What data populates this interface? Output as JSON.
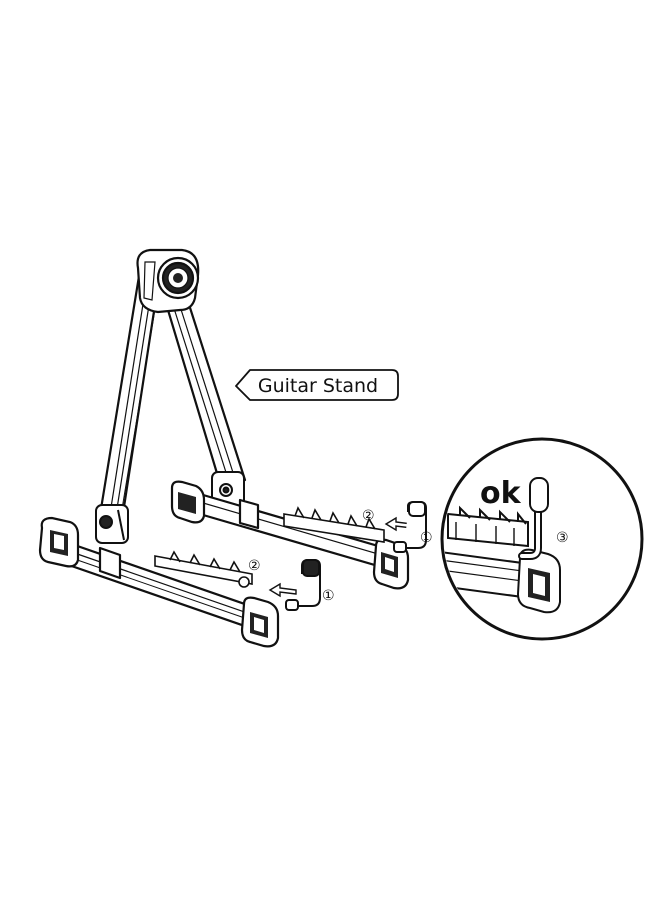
{
  "callout": {
    "text": "Guitar Stand"
  },
  "detail": {
    "ok_text": "ok"
  },
  "steps": {
    "one": "①",
    "two": "②",
    "three": "③"
  },
  "colors": {
    "ink": "#111111",
    "paper": "#ffffff"
  }
}
